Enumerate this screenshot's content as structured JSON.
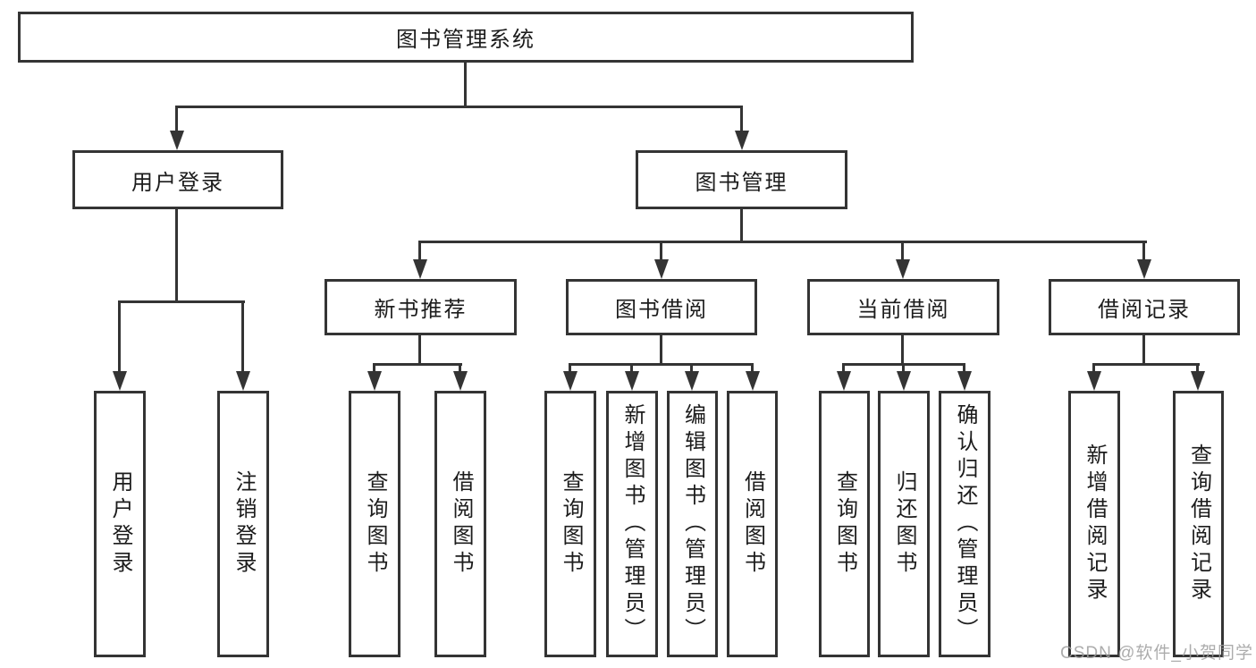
{
  "diagram_type": "tree",
  "colors": {
    "line": "#343434",
    "text": "#1c1c1c",
    "box_background": "#ffffff",
    "page_background": "#ffffff",
    "watermark": "#9e9e9e"
  },
  "tree": {
    "root": {
      "label": "图书管理系统"
    },
    "branches": [
      {
        "label": "用户登录",
        "children": [
          {
            "label": "用户登录"
          },
          {
            "label": "注销登录"
          }
        ]
      },
      {
        "label": "图书管理",
        "children": [
          {
            "label": "新书推荐",
            "children": [
              {
                "label": "查询图书"
              },
              {
                "label": "借阅图书"
              }
            ]
          },
          {
            "label": "图书借阅",
            "children": [
              {
                "label": "查询图书"
              },
              {
                "label": "新增图书（管理员）"
              },
              {
                "label": "编辑图书（管理员）"
              },
              {
                "label": "借阅图书"
              }
            ]
          },
          {
            "label": "当前借阅",
            "children": [
              {
                "label": "查询图书"
              },
              {
                "label": "归还图书"
              },
              {
                "label": "确认归还（管理员）"
              }
            ]
          },
          {
            "label": "借阅记录",
            "children": [
              {
                "label": "新增借阅记录"
              },
              {
                "label": "查询借阅记录"
              }
            ]
          }
        ]
      }
    ]
  },
  "watermark": {
    "text": "CSDN @软件_小贺同学"
  }
}
